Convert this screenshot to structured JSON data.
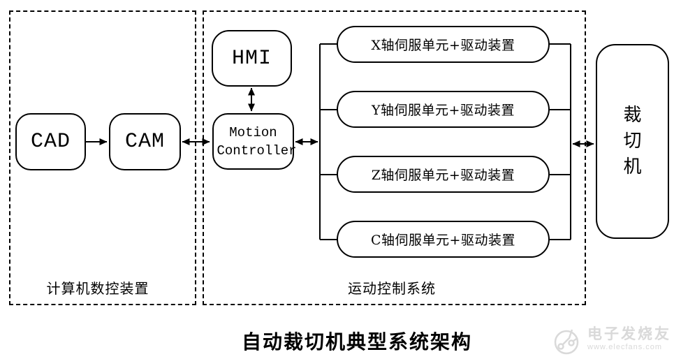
{
  "diagram": {
    "caption": "自动裁切机典型系统架构",
    "sections": {
      "cnc": {
        "label": "计算机数控装置"
      },
      "motion": {
        "label": "运动控制系统"
      }
    },
    "nodes": {
      "cad": "CAD",
      "cam": "CAM",
      "hmi": "HMI",
      "motion_controller": "Motion Controller",
      "machine": "裁切机"
    },
    "servos": [
      "X轴伺服单元+驱动装置",
      "Y轴伺服单元+驱动装置",
      "Z轴伺服单元+驱动装置",
      "C轴伺服单元+驱动装置"
    ]
  },
  "watermark": {
    "brand": "电子发烧友",
    "site": "www.elecfans.com"
  },
  "colors": {
    "line": "#000000",
    "background": "#ffffff",
    "watermark": "#d9d9d9"
  }
}
